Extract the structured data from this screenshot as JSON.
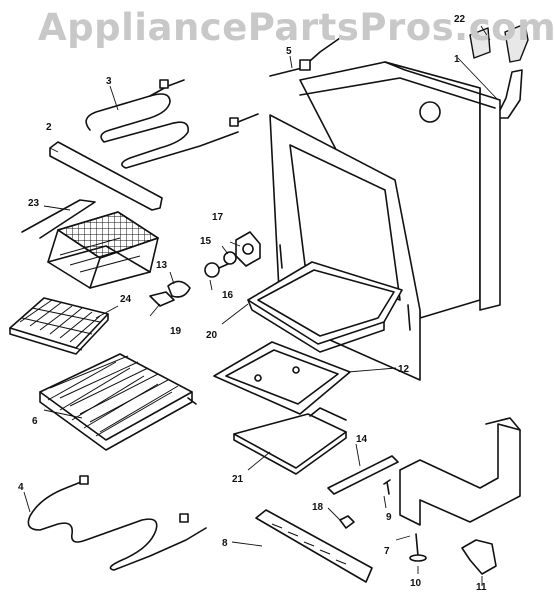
{
  "watermark": "AppliancePartsPros.com",
  "callouts": {
    "c1": "1",
    "c2": "2",
    "c3": "3",
    "c4": "4",
    "c5": "5",
    "c6": "6",
    "c7": "7",
    "c8": "8",
    "c9": "9",
    "c10": "10",
    "c11": "11",
    "c12": "12",
    "c13": "13",
    "c14": "14",
    "c15": "15",
    "c16": "16",
    "c17": "17",
    "c18": "18",
    "c19": "19",
    "c20": "20",
    "c21": "21",
    "c22": "22",
    "c23": "23",
    "c24": "24"
  }
}
